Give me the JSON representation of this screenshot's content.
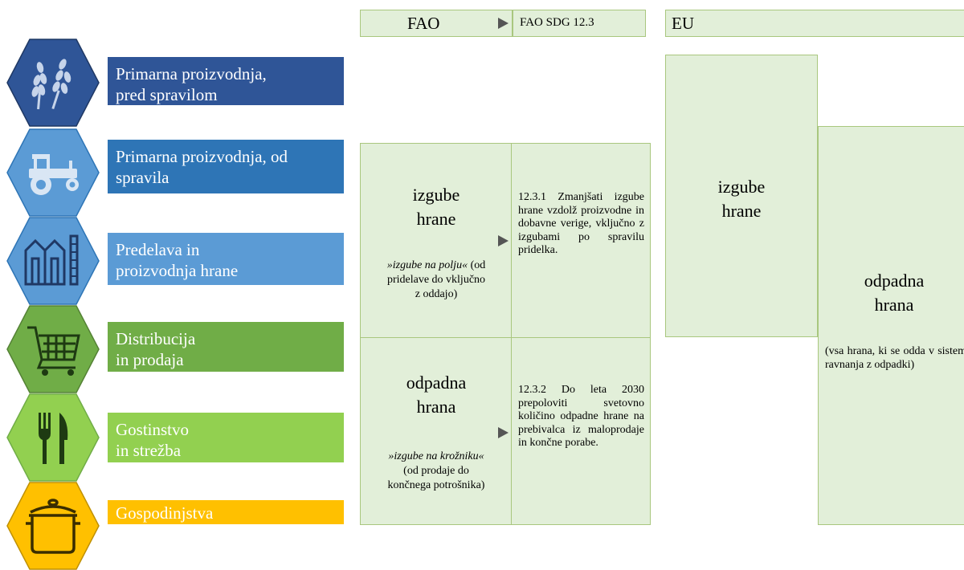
{
  "header": {
    "fao": "FAO",
    "fao_sdg": "FAO SDG 12.3",
    "eu": "EU"
  },
  "stages": [
    {
      "line1": "Primarna proizvodnja,",
      "line2": "pred spravilom",
      "color": "#2f5597",
      "icon": "wheat-icon"
    },
    {
      "line1": "Primarna proizvodnja, od",
      "line2": "spravila",
      "color": "#2e75b6",
      "icon": "tractor-icon"
    },
    {
      "line1": "Predelava in",
      "line2": "proizvodnja hrane",
      "color": "#5b9bd5",
      "icon": "factory-icon"
    },
    {
      "line1": "Distribucija",
      "line2": "in prodaja",
      "color": "#70ad47",
      "icon": "shopping-cart-icon"
    },
    {
      "line1": "Gostinstvo",
      "line2": "in strežba",
      "color": "#92d050",
      "icon": "fork-knife-icon"
    },
    {
      "line1": "Gospodinjstva",
      "line2": "",
      "color": "#ffc000",
      "icon": "cooking-pot-icon"
    }
  ],
  "fao": {
    "loss": {
      "title1": "izgube",
      "title2": "hrane",
      "note_italic": "»izgube na polju«",
      "note_rest1": " (od",
      "note_rest2": "pridelave do vključno",
      "note_rest3": "z oddajo)"
    },
    "waste": {
      "title1": "odpadna",
      "title2": "hrana",
      "note_italic": "»izgube na krožniku«",
      "note_rest1": "(od prodaje do",
      "note_rest2": "končnega potrošnika)"
    }
  },
  "sdg": {
    "target1": "12.3.1 Zmanjšati izgube hrane vzdolž proizvodne in dobavne verige, vključno z izgubami po spravilu pridelka.",
    "target2": "12.3.2 Do leta 2030 prepoloviti svetovno količino odpadne hrane na prebivalca iz maloprodaje in končne porabe."
  },
  "eu": {
    "loss_title1": "izgube",
    "loss_title2": "hrane",
    "waste_title1": "odpadna",
    "waste_title2": "hrana",
    "waste_note": "(vsa hrana, ki se odda v sistem ravnanja z odpadki)"
  },
  "colors": {
    "box_fill": "#e2efd9",
    "box_border": "#a9c77e"
  }
}
